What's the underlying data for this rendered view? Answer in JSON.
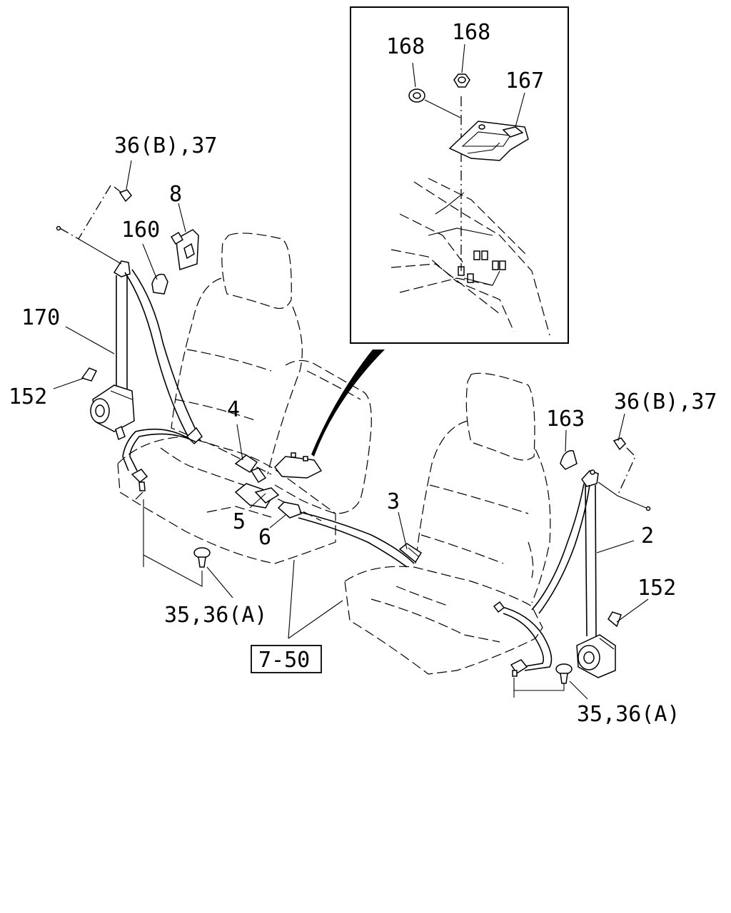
{
  "labels": {
    "inset_168_left": "168",
    "inset_168_right": "168",
    "inset_167": "167",
    "p36b37_left": "36(B),37",
    "p8": "8",
    "p160": "160",
    "p170": "170",
    "p152_left": "152",
    "p4": "4",
    "p5": "5",
    "p6": "6",
    "p3": "3",
    "p163": "163",
    "p36b37_right": "36(B),37",
    "p2": "2",
    "p152_right": "152",
    "p35_36a_left": "35,36(A)",
    "p35_36a_right": "35,36(A)",
    "ref_7_50": "7-50"
  }
}
